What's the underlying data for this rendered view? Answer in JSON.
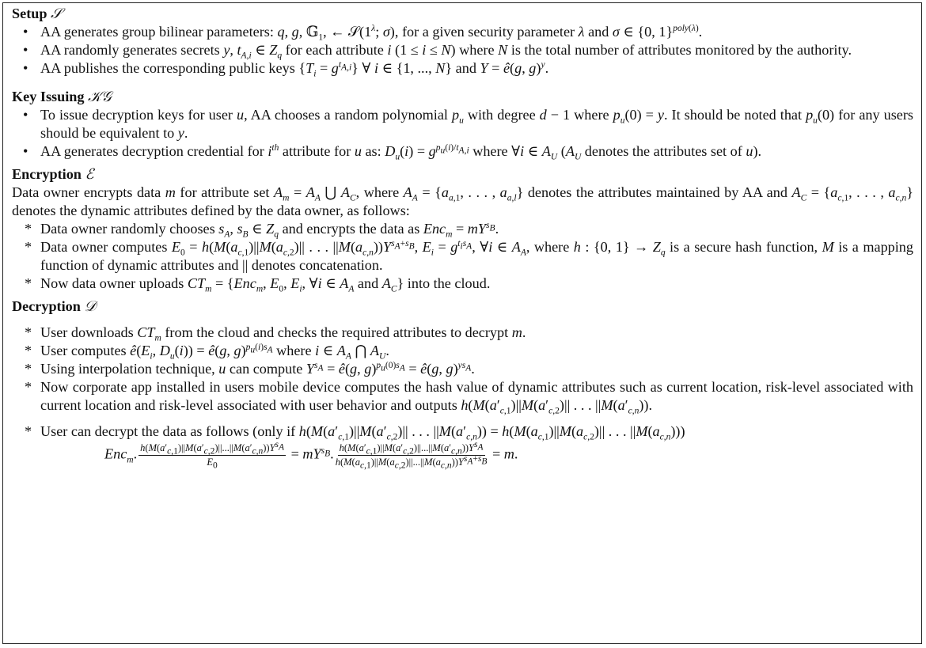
{
  "setup": {
    "heading": "Setup",
    "symbol": "𝒮",
    "items": [
      "AA generates group bilinear parameters: q, g, 𝔾₁, ← 𝒮(1^λ; σ), for a given security parameter λ and σ ∈ {0, 1}^{poly(λ)}.",
      "AA randomly generates secrets y, t_{A,i} ∈ Z_q for each attribute i (1 ≤ i ≤ N) where N is the total number of attributes monitored by the authority.",
      "AA publishes the corresponding public keys {T_i = g^{t_{A,i}}} ∀ i ∈ {1, ..., N} and Y = ê(g, g)^y."
    ]
  },
  "key_issuing": {
    "heading": "Key Issuing",
    "symbol": "𝒦𝒢",
    "items": [
      "To issue decryption keys for user u, AA chooses a random polynomial p_u with degree d − 1 where p_u(0) = y. It should be noted that p_u(0) for any users should be equivalent to y.",
      "AA generates decryption credential for i^th attribute for u as: D_u(i) = g^{p_u(i)/t_{A,i}} where ∀i ∈ A_U (A_U denotes the attributes set of u)."
    ]
  },
  "encryption": {
    "heading": "Encryption",
    "symbol": "ℰ",
    "intro": "Data owner encrypts data m for attribute set A_m = A_A ⋃ A_C, where A_A = {a_{a,1}, . . . , a_{a,l}} denotes the attributes maintained by AA and A_C = {a_{c,1}, . . . , a_{c,n}} denotes the dynamic attributes defined by the data owner, as follows:",
    "items": [
      "Data owner randomly chooses s_A, s_B ∈ Z_q and encrypts the data as Enc_m = mY^{s_B}.",
      "Data owner computes E_0 = h(M(a_{c,1})||M(a_{c,2})|| . . . ||M(a_{c,n}))Y^{s_A+s_B}, E_i = g^{t_i s_A}, ∀i ∈ A_A, where h : {0, 1} → Z_q is a secure hash function, M is a mapping function of dynamic attributes and || denotes concatenation.",
      "Now data owner uploads CT_m = {Enc_m, E_0, E_i, ∀i ∈ A_A and A_C} into the cloud."
    ]
  },
  "decryption": {
    "heading": "Decryption",
    "symbol": "𝒟",
    "items": [
      "User downloads CT_m from the cloud and checks the required attributes to decrypt m.",
      "User computes ê(E_i, D_u(i)) = ê(g, g)^{p_u(i)s_A} where i ∈ A_A ⋂ A_U.",
      "Using interpolation technique, u can compute Y^{s_A} = ê(g, g)^{p_u(0)s_A} = ê(g, g)^{ys_A}.",
      "Now corporate app installed in users mobile device computes the hash value of dynamic attributes such as current location, risk-level associated with current location and risk-level associated with user behavior and outputs h(M(a'_{c,1})||M(a'_{c,2})|| . . . ||M(a'_{c,n})).",
      "User can decrypt the data as follows (only if h(M(a'_{c,1})||M(a'_{c,2})|| . . . ||M(a'_{c,n})) = h(M(a_{c,1})||M(a_{c,2})|| . . . ||M(a_{c,n})))"
    ],
    "final_equation": "Enc_m · h(M(a'_{c,1})||M(a'_{c,2})||...||M(a'_{c,n}))Y^{s_A} / E_0 = mY^{s_B} · h(M(a'_{c,1})||M(a'_{c,2})||...||M(a'_{c,n}))Y^{s_A} / h(M(a_{c,1})||M(a_{c,2})||...||M(a_{c,n}))Y^{s_A+s_B} = m."
  }
}
